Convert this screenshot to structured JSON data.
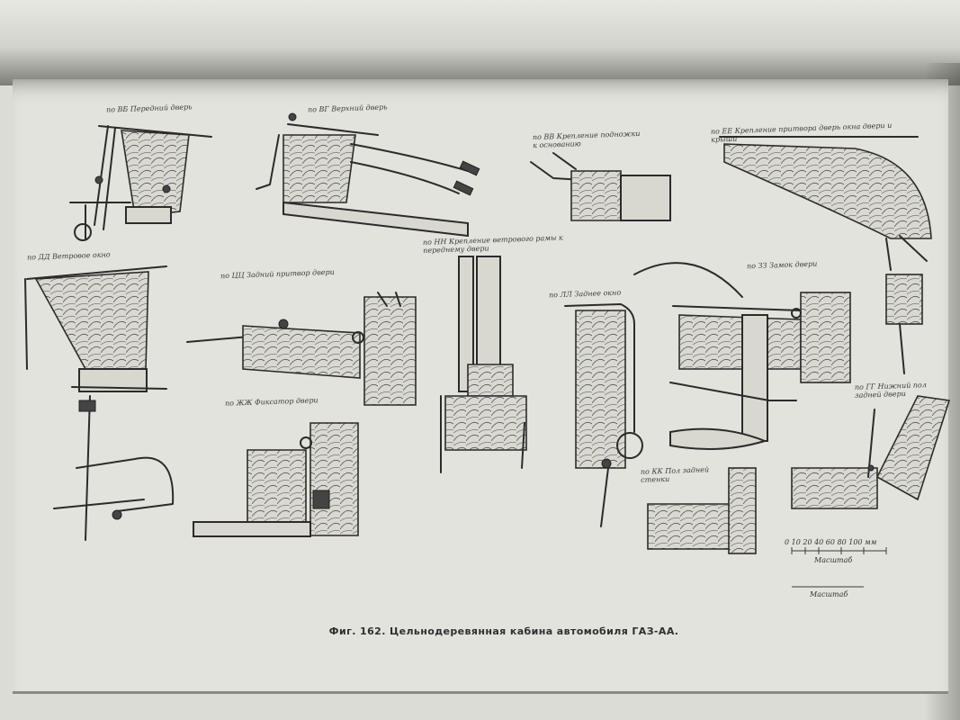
{
  "caption": "Фиг. 162. Цельнодеревянная кабина автомобиля ГАЗ-АА.",
  "labels": {
    "l1": "по ВБ Передний дверь",
    "l2": "по ВГ Верхний дверь",
    "l3": "по ВВ Крепление подножки к основанию",
    "l4": "по ЕЕ Крепление притвора дверь окна двери и крыши",
    "l5": "по ДД Ветровое окно",
    "l6": "по ЦЦ Задний притвор двери",
    "l7": "по НН Крепление ветрового рамы к переднему двери",
    "l8": "по ЛЛ Заднее окно",
    "l9": "по ЗЗ Замок двери",
    "l10": "по ЖЖ Фиксатор двери",
    "l11": "по КК Пол задней стенки",
    "l12": "по ГГ Нижний пол задней двери"
  },
  "scale": {
    "ticks": "0 10 20 40 60 80 100 мм",
    "label1": "Масштаб",
    "label2": "Масштаб"
  }
}
